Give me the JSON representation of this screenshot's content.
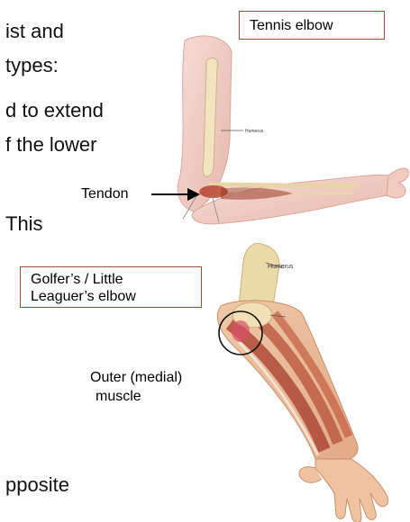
{
  "body_text": {
    "line_1": "ist and",
    "line_2": "types:",
    "line_3": "d to extend",
    "line_4": "f the lower",
    "line_5": "This",
    "line_6": "pposite"
  },
  "figure_top": {
    "callout": "Tennis elbow",
    "tendon_label": "Tendon",
    "bone_label": "Humerus"
  },
  "figure_bottom": {
    "callout_line_1": "Golfer’s / Little",
    "callout_line_2": "Leaguer’s elbow",
    "bone_label": "Humerus",
    "muscle_label_line_1": "Outer (medial)",
    "muscle_label_line_2": "muscle"
  },
  "colors": {
    "callout_border": "#a0522d",
    "skin": "#f2d3cb",
    "bone": "#f3e4c0",
    "muscle": "#b4452f"
  }
}
